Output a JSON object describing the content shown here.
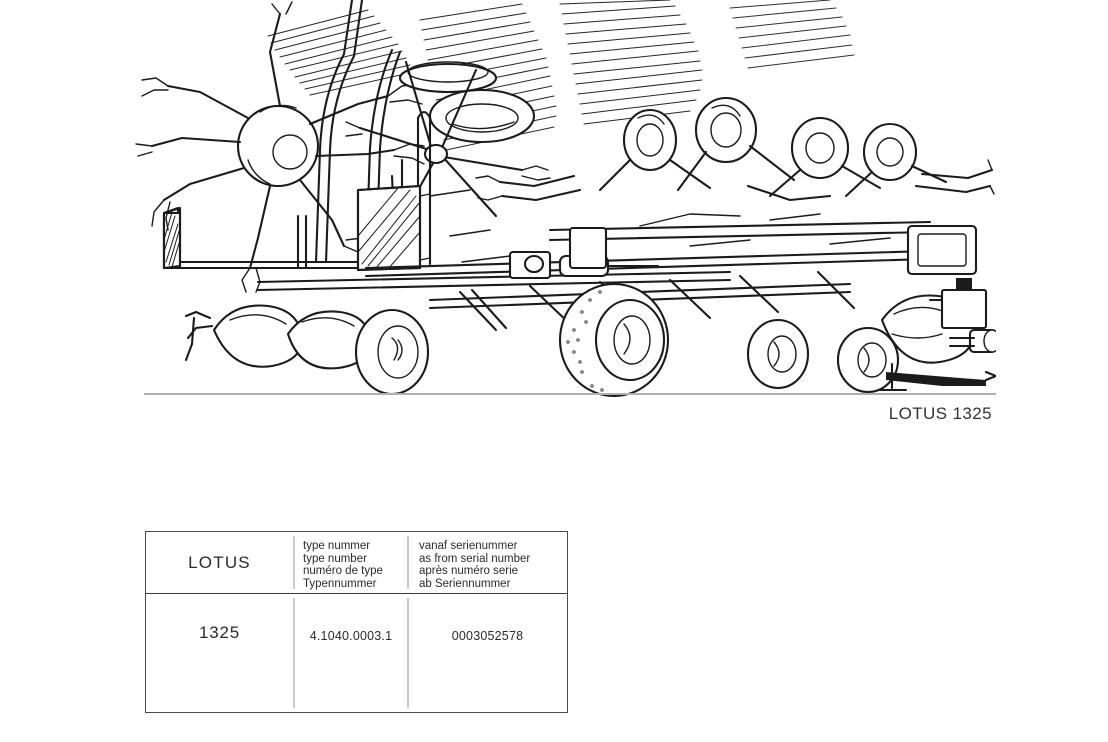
{
  "figure": {
    "caption": "LOTUS 1325",
    "alt_name": "lotus-1325-hay-tedder-line-drawing",
    "ground_line_color": "#b0b0b0"
  },
  "spec_table": {
    "border_color": "#4a4a4a",
    "divider_color": "#c9c9c9",
    "header": {
      "model_label": "LOTUS",
      "type_number": {
        "nl": "type nummer",
        "en": "type number",
        "fr": "numéro de type",
        "de": "Typennummer"
      },
      "serial_number": {
        "nl": "vanaf serienummer",
        "en": "as from serial number",
        "fr": "après numéro serie",
        "de": "ab Seriennummer"
      }
    },
    "rows": [
      {
        "model": "1325",
        "type_number": "4.1040.0003.1",
        "serial_number": "0003052578"
      }
    ]
  }
}
